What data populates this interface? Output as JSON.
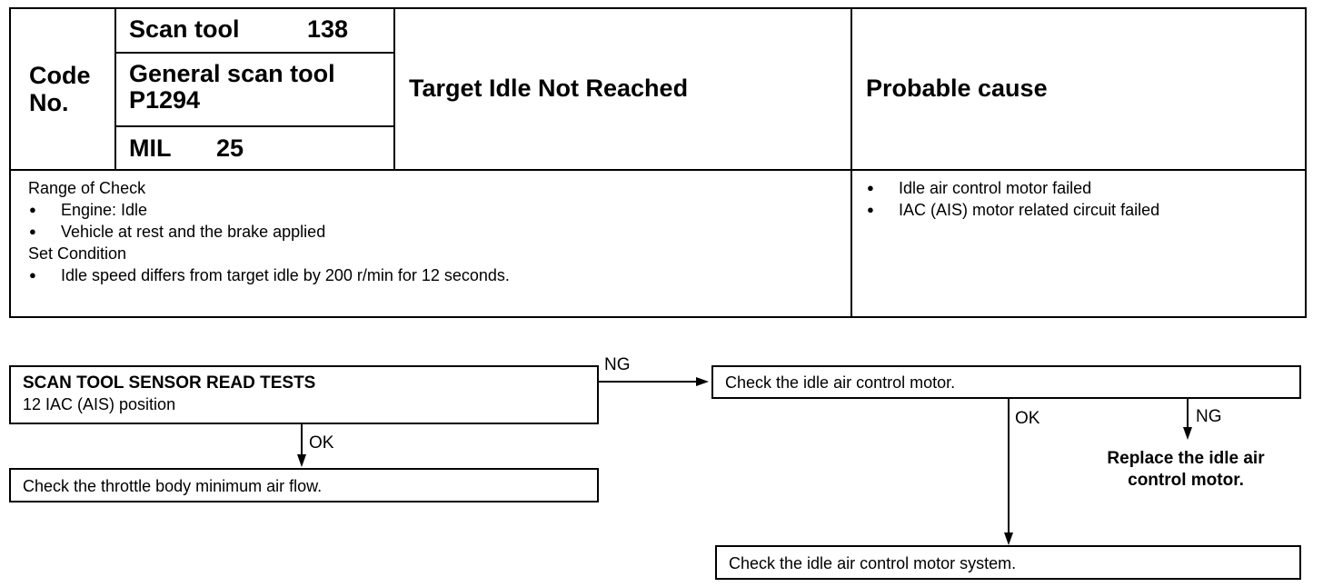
{
  "header": {
    "code_label_line1": "Code",
    "code_label_line2": "No.",
    "scan_tool": {
      "label": "Scan tool",
      "value": "138"
    },
    "general_scan_tool": {
      "label": "General scan tool",
      "value": "P1294"
    },
    "mil": {
      "label": "MIL",
      "value": "25"
    },
    "title": "Target Idle Not Reached",
    "probable_cause_heading": "Probable cause"
  },
  "details": {
    "range_heading": "Range of Check",
    "range_items": [
      "Engine: Idle",
      "Vehicle at rest and the brake applied"
    ],
    "set_heading": "Set Condition",
    "set_items": [
      "Idle speed differs from target idle by 200 r/min for 12 seconds."
    ],
    "causes": [
      "Idle air control motor failed",
      "IAC (AIS) motor related circuit failed"
    ]
  },
  "flow": {
    "sensor_test_title": "SCAN TOOL SENSOR READ TESTS",
    "sensor_test_sub": "12 IAC (AIS) position",
    "ng_label_1": "NG",
    "check_iac_motor": "Check the idle air control motor.",
    "ok_label_1": "OK",
    "check_throttle": "Check the throttle body minimum air flow.",
    "ok_label_2": "OK",
    "ng_label_2": "NG",
    "replace_line1": "Replace the idle air",
    "replace_line2": "control motor.",
    "check_iac_system": "Check the idle air control motor system."
  }
}
